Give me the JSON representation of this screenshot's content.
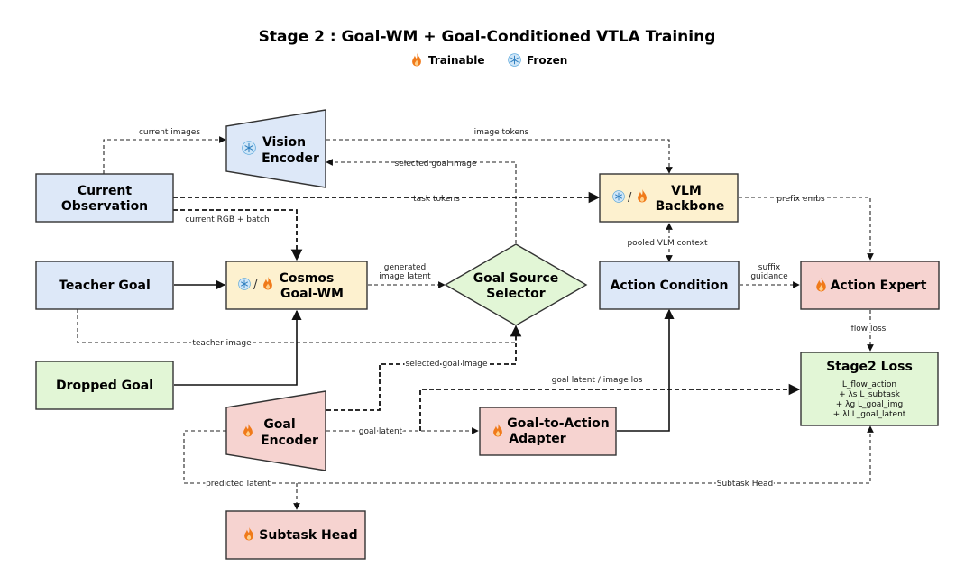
{
  "title": "Stage 2 : Goal-WM + Goal-Conditioned VTLA Training",
  "legend": {
    "trainable": "Trainable",
    "frozen": "Frozen"
  },
  "colors": {
    "blue": "#dde8f8",
    "yellow": "#fdf1cf",
    "red": "#f6d3d0",
    "green": "#e2f6d6",
    "flame": "#f07a1a",
    "snowflake": "#4a9fd8"
  },
  "nodes": {
    "vision_encoder": {
      "line1": "Vision",
      "line2": "Encoder",
      "icon": "snowflake-icon"
    },
    "current_observation": {
      "line1": "Current",
      "line2": "Observation"
    },
    "teacher_goal": {
      "label": "Teacher Goal"
    },
    "dropped_goal": {
      "label": "Dropped Goal"
    },
    "cosmos": {
      "line1": "Cosmos",
      "line2": "Goal-WM",
      "icon": "snowflake-flame-icon"
    },
    "selector": {
      "line1": "Goal Source",
      "line2": "Selector"
    },
    "vlm": {
      "line1": "VLM",
      "line2": "Backbone",
      "icon": "snowflake-flame-icon"
    },
    "action_condition": {
      "label": "Action Condition"
    },
    "action_expert": {
      "label": "Action Expert",
      "icon": "flame-icon"
    },
    "stage2_loss": {
      "title": "Stage2 Loss",
      "terms": [
        "L_flow_action",
        "+ λs L_subtask",
        "+ λg L_goal_img",
        "+ λl L_goal_latent"
      ]
    },
    "goal_encoder": {
      "line1": "Goal",
      "line2": "Encoder",
      "icon": "flame-icon"
    },
    "adapter": {
      "line1": "Goal-to-Action",
      "line2": "Adapter",
      "icon": "flame-icon"
    },
    "subtask_head": {
      "label": "Subtask Head",
      "icon": "flame-icon"
    }
  },
  "edge_labels": {
    "current_images": "current images",
    "image_tokens": "image tokens",
    "selected_goal_image_top": "selected goal image",
    "task_tokens": "task tokens",
    "prefix_embs": "prefix embs",
    "current_rgb_batch": "current RGB + batch",
    "pooled_vlm_context": "pooled VLM context",
    "generated_1": "generated",
    "generated_2": "image latent",
    "suffix_1": "suffix",
    "suffix_2": "guidance",
    "teacher_image": "teacher image",
    "flow_loss": "flow loss",
    "selected_goal_image_low": "selected goal image",
    "goal_latent_image_los": "goal latent / image los",
    "goal_latent": "goal latent",
    "predicted_latent": "predicted latent",
    "subtask_head_edge": "Subtask Head"
  }
}
